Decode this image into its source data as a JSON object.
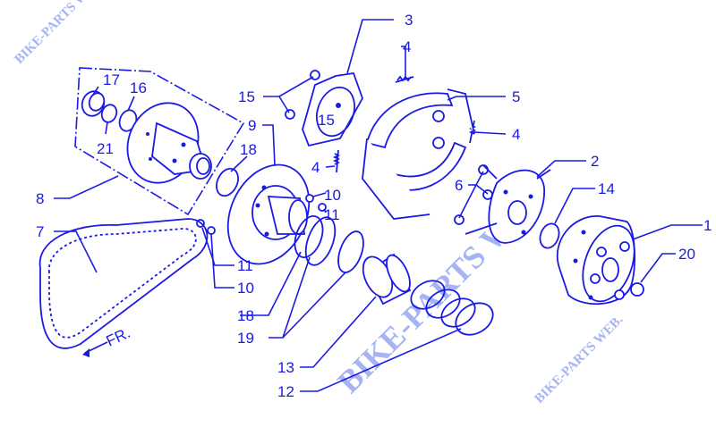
{
  "diagram": {
    "title": "Exploded view of driven pulley / clutch assembly",
    "color": "#1a1ae6",
    "labels": [
      "3",
      "4",
      "5",
      "4",
      "15",
      "15",
      "17",
      "16",
      "21",
      "9",
      "18",
      "4",
      "10",
      "11",
      "6",
      "2",
      "14",
      "1",
      "20",
      "8",
      "7",
      "11",
      "10",
      "18",
      "19",
      "13",
      "12"
    ],
    "belt_arrow_text": "FR.",
    "watermark": "BIKE-PARTS WEB",
    "watermark_small": "BIKE-PARTS WEB."
  }
}
